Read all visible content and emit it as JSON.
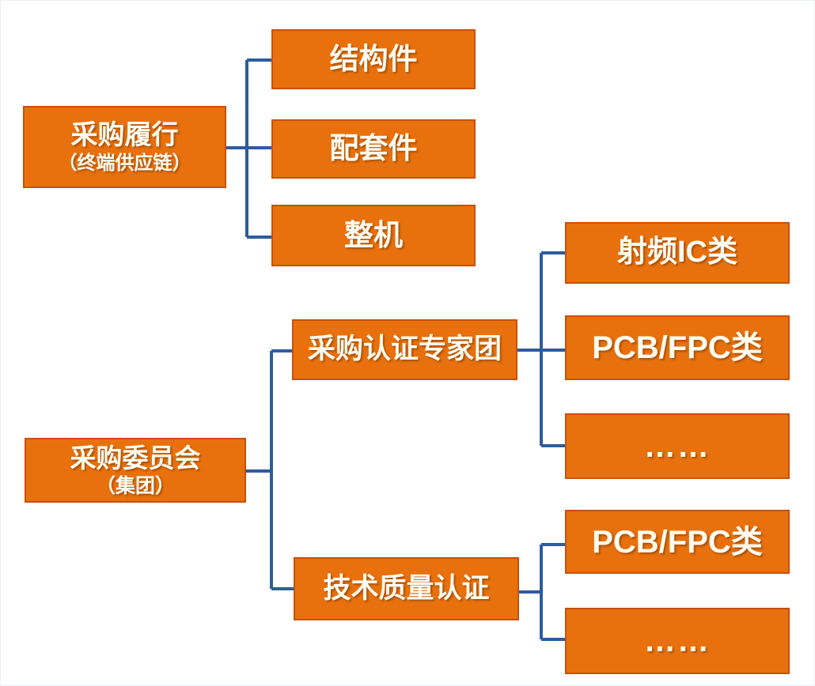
{
  "diagram": {
    "colors": {
      "node_fill": "#E8710E",
      "node_border": "#C8500B",
      "connector": "#2E5C9E",
      "node_text": "#FFFDF2",
      "background": "#FFFFFF"
    },
    "nodes": {
      "purchase_fulfillment": {
        "label": "采购履行",
        "sublabel": "（终端供应链）"
      },
      "structural_parts": {
        "label": "结构件"
      },
      "accessories": {
        "label": "配套件"
      },
      "complete_machine": {
        "label": "整机"
      },
      "cert_expert_team": {
        "label": "采购认证专家团"
      },
      "rf_ic": {
        "label": "射频IC类"
      },
      "pcb_fpc_1": {
        "label": "PCB/FPC类"
      },
      "ellipsis_1": {
        "label": "……"
      },
      "procurement_committee": {
        "label": "采购委员会",
        "sublabel": "（集团）"
      },
      "tech_quality_cert": {
        "label": "技术质量认证"
      },
      "pcb_fpc_2": {
        "label": "PCB/FPC类"
      },
      "ellipsis_2": {
        "label": "……"
      }
    }
  }
}
